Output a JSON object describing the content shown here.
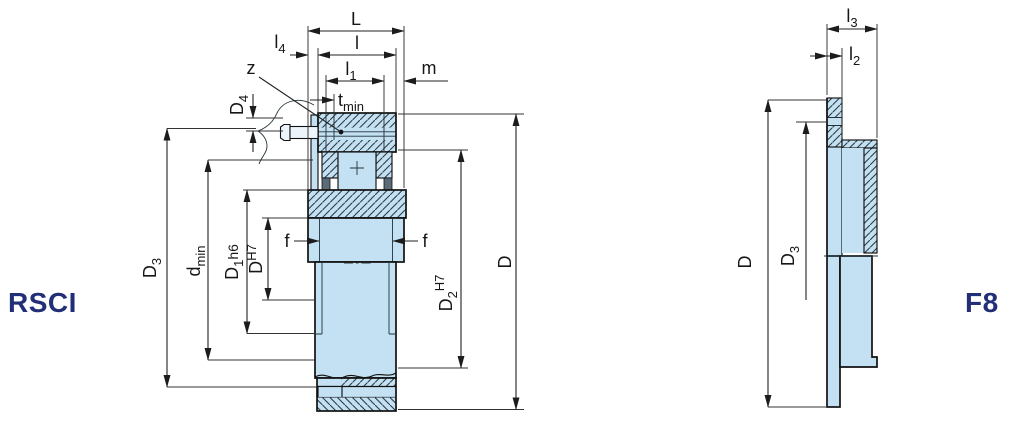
{
  "colors": {
    "part_fill": "#c3e1f3",
    "outline": "#111111",
    "dimension_line": "#222222",
    "title_color": "#222f77",
    "seal_fill": "#5b6b77"
  },
  "views": {
    "rsci": {
      "name": "RSCI",
      "dimensions": {
        "L": {
          "base": "L"
        },
        "l": {
          "base": "l"
        },
        "l1": {
          "base": "l",
          "sub": "1"
        },
        "l4": {
          "base": "l",
          "sub": "4"
        },
        "m": {
          "base": "m"
        },
        "z": {
          "base": "z"
        },
        "tmin": {
          "base": "t",
          "sub": "min"
        },
        "D4": {
          "base": "D",
          "sub": "4"
        },
        "D3": {
          "base": "D",
          "sub": "3"
        },
        "dmin": {
          "base": "d",
          "sub": "min"
        },
        "D1h6": {
          "base": "D",
          "sub": "1",
          "tol": "h6"
        },
        "DH7": {
          "base": "D",
          "sup": "H7"
        },
        "f": {
          "base": "f"
        },
        "D2H7": {
          "base": "D",
          "sub": "2",
          "sup": "H7"
        },
        "D": {
          "base": "D"
        }
      }
    },
    "f8": {
      "name": "F8",
      "dimensions": {
        "l3": {
          "base": "l",
          "sub": "3"
        },
        "l2": {
          "base": "l",
          "sub": "2"
        },
        "D": {
          "base": "D"
        },
        "D3": {
          "base": "D",
          "sub": "3"
        }
      }
    }
  }
}
